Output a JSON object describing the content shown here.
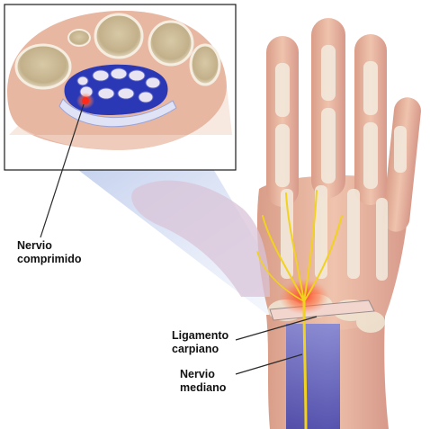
{
  "labels": {
    "compressed_nerve": {
      "line1": "Nervio",
      "line2": "comprimido"
    },
    "carpal_ligament": {
      "line1": "Ligamento",
      "line2": "carpiano"
    },
    "median_nerve": {
      "line1": "Nervio",
      "line2": "mediano"
    }
  },
  "colors": {
    "skin": "#e7b9a3",
    "skin_shadow": "#c98f7a",
    "bone": "#eee6d4",
    "nerve": "#f1d21e",
    "tendon_sheath": "#2d3bb8",
    "inflammation": "#ff2a1a",
    "frame": "#1a1a1a",
    "leader_line": "#2a2a2a"
  }
}
